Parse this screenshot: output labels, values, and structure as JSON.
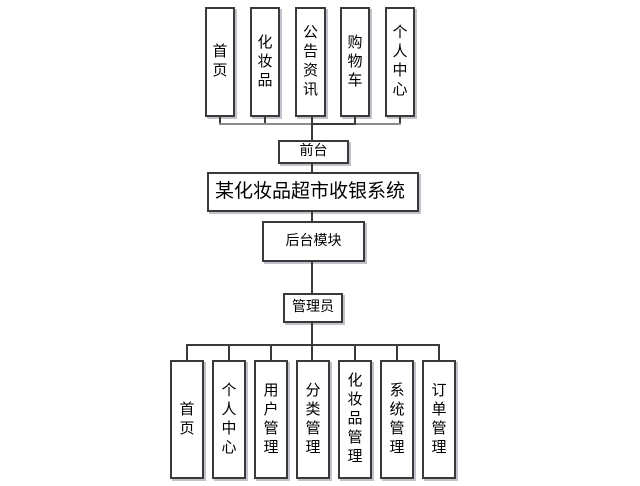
{
  "diagram": {
    "title": "某化妆品超市收银系统",
    "front_section": {
      "node": "前台",
      "pages": [
        "首页",
        "化妆品",
        "公告资讯",
        "购物车",
        "个人中心"
      ]
    },
    "back_section": {
      "module_node": "后台模块",
      "role_node": "管理员",
      "pages": [
        "首页",
        "个人中心",
        "用户管理",
        "分类管理",
        "化妆品管理",
        "系统管理",
        "订单管理"
      ]
    },
    "colors": {
      "background": "#ffffff",
      "border": "#3a3a3a",
      "line": "#3a3a3a",
      "line_light": "#8c8c8c",
      "text": "#000000",
      "box_shadow": "rgba(130,136,148,0.5)"
    }
  }
}
